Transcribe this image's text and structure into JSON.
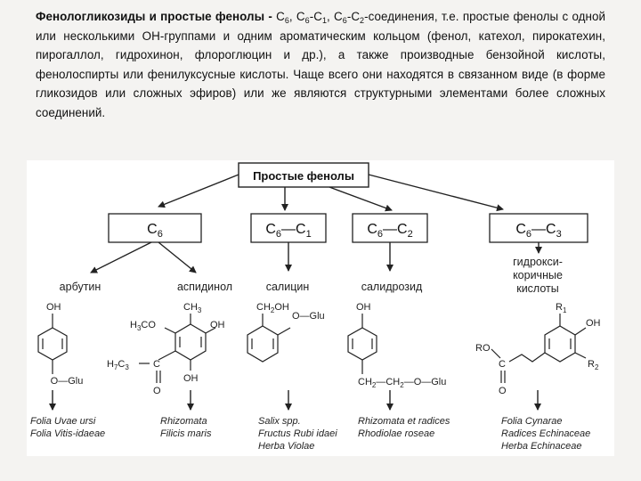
{
  "text": {
    "heading": "Фенологликозиды и простые фенолы -",
    "c1_base": "С",
    "c1_sub": "6",
    "c1_sep": ", ",
    "c2_base": "С",
    "c2_sub": "6",
    "c2_dash": "-С",
    "c2_sub2": "1",
    "c2_sep": ", ",
    "c3_base": "С",
    "c3_sub": "6",
    "c3_dash": "-С",
    "c3_sub2": "2",
    "line1_tail": "-соединения, т.е. простые",
    "body": "фенолы с одной или несколькими ОН-группами и одним ароматическим кольцом (фенол, катехол, пирокатехин, пирогаллол, гидрохинон, флороглюцин и др.), а также производные бензойной кислоты, фенолоспирты или фенилуксусные кислоты. Чаще всего они находятся в связанном виде (в форме гликозидов или сложных эфиров) или же являются структурными элементами более сложных соединений."
  },
  "diagram": {
    "title": "Простые фенолы",
    "groups": [
      {
        "base": "С",
        "sub": "6",
        "sep": "",
        "base2": "",
        "sub2": ""
      },
      {
        "base": "С",
        "sub": "6",
        "sep": "—",
        "base2": "С",
        "sub2": "1"
      },
      {
        "base": "С",
        "sub": "6",
        "sep": "—",
        "base2": "С",
        "sub2": "2"
      },
      {
        "base": "С",
        "sub": "6",
        "sep": "—",
        "base2": "С",
        "sub2": "3"
      }
    ],
    "compounds": [
      "арбутин",
      "аспидинол",
      "салицин",
      "салидрозид",
      "гидрокси-",
      "коричные",
      "кислоты"
    ],
    "chem": {
      "oh": "OH",
      "o_glu": "O—Glu",
      "h3co": "H",
      "h3co_sub": "3",
      "h3co_tail": "CO",
      "ch3": "CH",
      "ch3_sub": "3",
      "h7c3": "H",
      "h7c3_sub1": "7",
      "h7c3_c": "C",
      "h7c3_sub2": "3",
      "c": "C",
      "o": "O",
      "ch2oh": "CH",
      "ch2oh_sub": "2",
      "ch2oh_tail": "OH",
      "ch2": "CH",
      "ch2_sub": "2",
      "glu": "Glu",
      "ro": "RO",
      "r1": "R",
      "r1_sub": "1",
      "r2": "R",
      "r2_sub": "2"
    },
    "sources": [
      [
        "Folia Uvae ursi",
        "Folia Vitis-idaeae"
      ],
      [
        "Rhizomata",
        "Filicis maris"
      ],
      [
        "Salix spp.",
        "Fructus Rubi idaei",
        "Herba Violae"
      ],
      [
        "Rhizomata et radices",
        "Rhodiolae roseae"
      ],
      [
        "Folia Cynarae",
        "Radices Echinaceae",
        "Herba Echinaceae"
      ]
    ]
  },
  "colors": {
    "page": "#f4f3f1",
    "panel": "#ffffff",
    "ink": "#222222"
  }
}
